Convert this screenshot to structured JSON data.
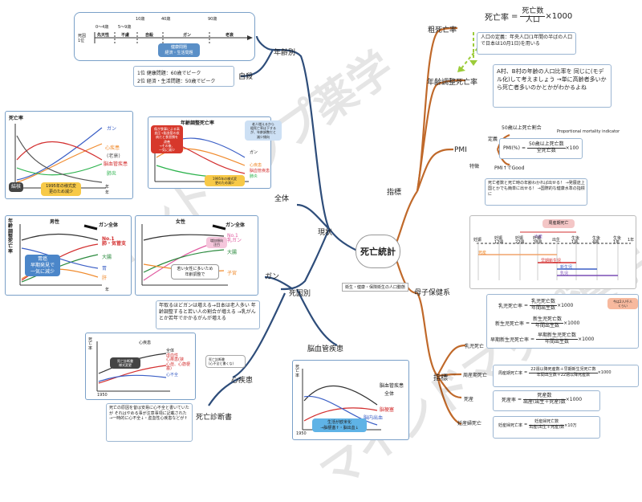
{
  "center": {
    "title": "死亡統計",
    "sub_caption": "衛生・健康・保険衛生の人口動態"
  },
  "watermark": "マインドマップ薬学",
  "left": {
    "branch_genjo": "現状",
    "branch_nenreibetsu": "年齢別",
    "branch_zentai": "全体",
    "branch_shiin": "死因別",
    "branch_gan": "ガン",
    "branch_jisatsu": "自殺",
    "branch_noukekkan": "脳血管疾患",
    "branch_shinshikkan": "心疾患",
    "branch_shibou_shindan": "死亡診断書",
    "age_timeline": {
      "ticks": [
        "0〜4歳",
        "5〜9歳",
        "10歳",
        "40歳",
        "90歳"
      ],
      "row_label": "死因\n1位",
      "segments": [
        "先天性",
        "不慮",
        "自殺",
        "ガン",
        "老衰"
      ],
      "blue_tag": "健康問題\n経済・生活問題"
    },
    "jisatsu_note": [
      "1位 健康問題：60歳でピーク",
      "2位 経済・生活問題：50歳でピーク"
    ],
    "chart_all": {
      "ylabel": "死亡率",
      "lines": [
        {
          "name": "ガン",
          "color": "#3b5fc6"
        },
        {
          "name": "心疾患",
          "color": "#f08a2c"
        },
        {
          "name": "(老衰)",
          "color": "#555555"
        },
        {
          "name": "脳血管疾患",
          "color": "#d32f2f"
        },
        {
          "name": "肺炎",
          "color": "#2bb24c"
        }
      ],
      "x_label": "年\n年",
      "tag_kekkaku": "結核",
      "callout": "1995年の様式変\n更のため減少"
    },
    "chart_adj": {
      "title": "年齢調整死亡率",
      "red_callout": "傷が食事による高\n血圧→脳血管の疾\n病だと食習慣を\n改善\n→その後、\n一気に減少",
      "blue_callout": "老人増えるから\n粗死亡率は下する\nが、年齢調整だと\n減少傾向",
      "labels": [
        "ガン",
        "心疾患",
        "脳血管疾患",
        "肺炎"
      ],
      "orange_callout": "1995年の様式変\n更のため減少"
    },
    "chart_male": {
      "title": "男性",
      "ylabel": "年\n齢\n調\n整\n死\n亡\n率",
      "labels": [
        "ガン全体",
        "No.1\n肺・気管支",
        "大腸",
        "胃",
        "肝"
      ],
      "callout": "胃癌\n早期発見で\n一気に減少",
      "xlabel": "年"
    },
    "chart_female": {
      "title": "女性",
      "labels": [
        "ガン全体",
        "No.1\n乳ガン",
        "大腸",
        "子宮"
      ],
      "callout": "若い女性に多いため\n年齢調整で",
      "pink_tag": "増加傾向\n注目"
    },
    "gan_note": "年取るほどガンは増える→日本は老人多い 年齢調整すると若い人の割合が増える →乳がんとか若年でかかるがんが増える",
    "chart_heart": {
      "ylabel": "死\n亡\n率",
      "labels": [
        "心疾患",
        "全体",
        "虚血性\n心疾患(狭\n心症、心筋梗\n塞)",
        "心不全"
      ],
      "legend": [
        "虚血性心疾患",
        "心不全"
      ],
      "dark_tag": "死亡診断書\n様式変更",
      "x": "1950"
    },
    "shibou_note_small": "死亡診断書\n(心不全と書くな)",
    "shibou_note": "死亡の原因を昔は安易に心不全と書いていたが それはやめる事が注意事項に記載された →一時的に心不全↓・虚血性心疾患などが↑",
    "chart_brain": {
      "ylabel": "死\n亡\n率",
      "labels": [
        "脳血管疾患",
        "全体",
        "脳梗塞",
        "脳内出血"
      ],
      "x": "1950",
      "callout": "生活が欧米化\n→脳梗塞↑・脳出血↓"
    }
  },
  "right": {
    "branch_shihyo": "指標",
    "branch_sosibouritsu": "粗死亡率",
    "branch_nenrei": "年齢調整死亡率",
    "branch_pmi": "PMI",
    "branch_boshi": "母子保健系",
    "branch_shihyo2": "指標",
    "formula": {
      "lhs": "死亡率",
      "num": "死亡数",
      "den": "人口",
      "times": "×1000"
    },
    "jinko_note": "人口の定義：年央人口(1年間の半ばの人口で日本は10月1日)を用いる",
    "nenrei_note": "A村、B村の年齢の人口比率を 同じに(モデル化)して考えましょう →単に高齢者多いから死亡者多いのかとかがわかるよね",
    "pmi": {
      "teigi": "定義",
      "teigi_text": "50歳以上死亡割合",
      "eng": "Proportional mortality indicator",
      "formula_lhs": "PMI(%)",
      "num": "50歳以上死亡数",
      "den": "全死亡数",
      "times": "×100",
      "tokucho": "特徴",
      "good": "PMI↑でGood",
      "note": "死亡者数と死亡時の年齢わかれば出せる！ →発展途上国とかでも簡単に出せる！ →国際的な健康水準の指標に"
    },
    "timeline": {
      "top_tag": "出産",
      "top_tag2": "周産期死亡",
      "ticks": [
        "妊娠",
        "妊娠\n12週",
        "妊娠\n22週",
        "妊娠\n28週",
        "出生",
        "生後\n1週",
        "生後\n4週",
        "生後\n1年",
        "1年"
      ],
      "bars": [
        "死産",
        "早期新生児",
        "新生児",
        "乳児"
      ]
    },
    "shihyo": {
      "nyuji": "乳児死亡",
      "shusanki": "周産期死亡",
      "shizan": "死産",
      "ninsanpu": "妊産婦死亡",
      "f1": {
        "lhs": "乳児死亡率",
        "num": "乳児死亡数",
        "den": "年間出生数",
        "times": "×1000",
        "tag": "今は2人/千人\nくらい"
      },
      "f2": {
        "lhs": "新生児死亡率",
        "num": "新生児死亡数",
        "den": "年間出生数",
        "times": "×1000"
      },
      "f3": {
        "lhs": "早期新生児死亡率",
        "num": "早期新生児死亡数",
        "den": "年間出生数",
        "times": "×1000"
      },
      "f4": {
        "lhs": "周産期死亡率",
        "num": "22週以降死産数＋早期新生児死亡数",
        "den": "年間出生数＋22週以降死産数",
        "times": "×1000"
      },
      "f5": {
        "lhs": "死産率",
        "num": "死産数",
        "den": "出産(出生＋死産)数",
        "times": "×1000"
      },
      "f6": {
        "lhs": "妊産婦死亡率",
        "num": "妊産婦死亡数",
        "den": "出産(出生＋死産)数",
        "times": "×10万"
      }
    }
  },
  "colors": {
    "branch_left": "#2e4d7a",
    "branch_right": "#c0692a",
    "green": "#5b8c2a"
  }
}
